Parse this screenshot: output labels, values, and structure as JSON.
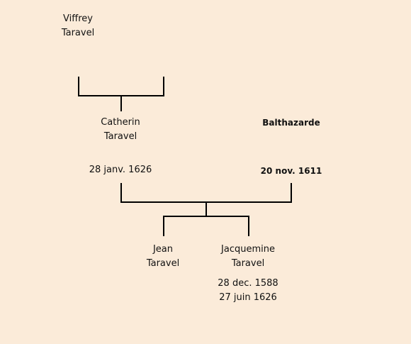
{
  "people": {
    "viffrey": {
      "first_name": "Viffrey",
      "last_name": "Taravel"
    },
    "catherin": {
      "first_name": "Catherin",
      "last_name": "Taravel",
      "date": "28 janv. 1626"
    },
    "balthazarde": {
      "first_name": "Balthazarde",
      "date": "20 nov. 1611"
    },
    "jean": {
      "first_name": "Jean",
      "last_name": "Taravel"
    },
    "jacquemine": {
      "first_name": "Jacquemine",
      "last_name": "Taravel",
      "birth_date": "28 dec. 1588",
      "death_date": "27 juin 1626"
    }
  },
  "colors": {
    "background": "#fbebd9",
    "lines": "#000000",
    "text": "#111111"
  }
}
